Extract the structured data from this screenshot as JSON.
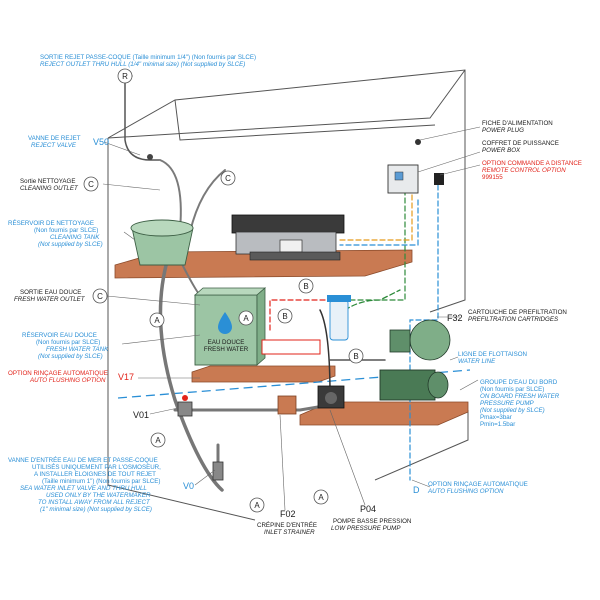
{
  "labels": {
    "reject_fr": "SORTIE REJET PASSE-COQUE (Taille minimum 1/4\") (Non fournis par SLCE)",
    "reject_en": "REJECT OUTLET THRU HULL (1/4\" minimal size) (Not supplied by SLCE)",
    "reject_valve_fr": "VANNE DE REJET",
    "reject_valve_en": "REJECT VALVE",
    "cleaning_fr": "Sortie NETTOYAGE",
    "cleaning_en": "CLEANING OUTLET",
    "clean_tank_1": "RÉSERVOIR DE NETTOYAGE",
    "clean_tank_2": "(Non fournis par SLCE)",
    "clean_tank_3": "CLEANING TANK",
    "clean_tank_4": "(Not supplied by SLCE)",
    "fresh_out_fr": "SORTIE EAU DOUCE",
    "fresh_out_en": "FRESH WATER OUTLET",
    "fresh_tank_1": "RÉSERVOIR EAU DOUCE",
    "fresh_tank_2": "(Non fournis par SLCE)",
    "fresh_tank_3": "FRESH WATER TANK",
    "fresh_tank_4": "(Not supplied by SLCE)",
    "auto_flush_left_fr": "OPTION RINÇAGE AUTOMATIQUE",
    "auto_flush_left_en": "AUTO FLUSHING OPTION",
    "inlet_1": "VANNE D'ENTRÉE EAU DE MER ET PASSE-COQUE",
    "inlet_2": "UTILISÉS UNIQUEMENT PAR L'OSMOSEUR,",
    "inlet_3": "A INSTALLER ELOIGNES DE TOUT REJET",
    "inlet_4": "(Taille minimum 1\") (Non fournis par SLCE)",
    "inlet_5": "SEA WATER INLET VALVE AND THRU HULL",
    "inlet_6": "USED ONLY BY THE WATERMAKER",
    "inlet_7": "TO INSTALL AWAY FROM ALL REJECT",
    "inlet_8": "(1\" minimal size) (Not supplied by SLCE)",
    "strainer_fr": "CRÉPINE D'ENTRÉE",
    "strainer_en": "INLET STRAINER",
    "lp_pump_fr": "POMPE BASSE PRESSION",
    "lp_pump_en": "LOW PRESSURE PUMP",
    "auto_flush_right_fr": "OPTION RINÇAGE AUTOMATIQUE",
    "auto_flush_right_en": "AUTO FLUSHING OPTION",
    "pressure_1": "GROUPE D'EAU DU BORD",
    "pressure_2": "(Non fournis par SLCE)",
    "pressure_3": "ON BOARD FRESH WATER",
    "pressure_4": "PRESSURE PUMP",
    "pressure_5": "(Not supplied by SLCE)",
    "pressure_6": "Pmax=3bar",
    "pressure_7": "Pmin=1.5bar",
    "waterline_fr": "LIGNE DE FLOTTAISON",
    "waterline_en": "WATER LINE",
    "prefilter_fr": "CARTOUCHE DE PREFILTRATION",
    "prefilter_en": "PREFILTRATION CARTRIDGES",
    "plug_fr": "FICHE D'ALIMENTATION",
    "plug_en": "POWER PLUG",
    "powerbox_fr": "COFFRET DE PUISSANCE",
    "powerbox_en": "POWER BOX",
    "remote_fr": "OPTION COMMANDE A DISTANCE",
    "remote_en": "REMOTE CONTROL OPTION",
    "remote_code": "999155",
    "tank_text_1": "EAU DOUCE",
    "tank_text_2": "FRESH WATER"
  },
  "codes": {
    "V50": "V50",
    "V17": "V17",
    "V01": "V01",
    "V0": "V0",
    "F02": "F02",
    "P04": "P04",
    "F32": "F32",
    "D": "D"
  },
  "circles": {
    "R": "R",
    "C1": "C",
    "C2": "C",
    "C3": "C",
    "B1": "B",
    "B2": "B",
    "B3": "B",
    "A1": "A",
    "A2": "A",
    "A3": "A",
    "A4": "A",
    "A5": "A"
  },
  "colors": {
    "label_blue": "#2a8fd6",
    "label_red": "#e2231a",
    "shelf": "#c97a52",
    "tank_green": "#9cc5a4",
    "hose_grey": "#7a7a7a"
  }
}
